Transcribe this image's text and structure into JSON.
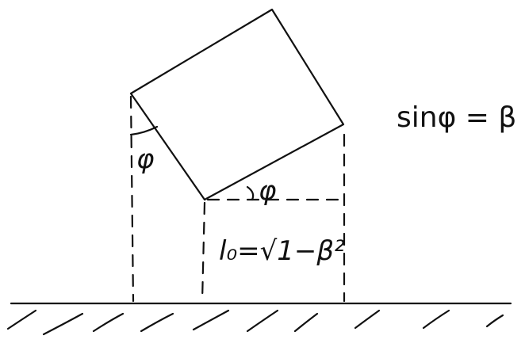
{
  "diagram": {
    "labels": {
      "angle_left": "φ",
      "angle_bottom": "φ",
      "equation": "sinφ = β",
      "length": "l₀=√1−β²"
    },
    "colors": {
      "ink": "#111111",
      "background": "#ffffff"
    }
  }
}
